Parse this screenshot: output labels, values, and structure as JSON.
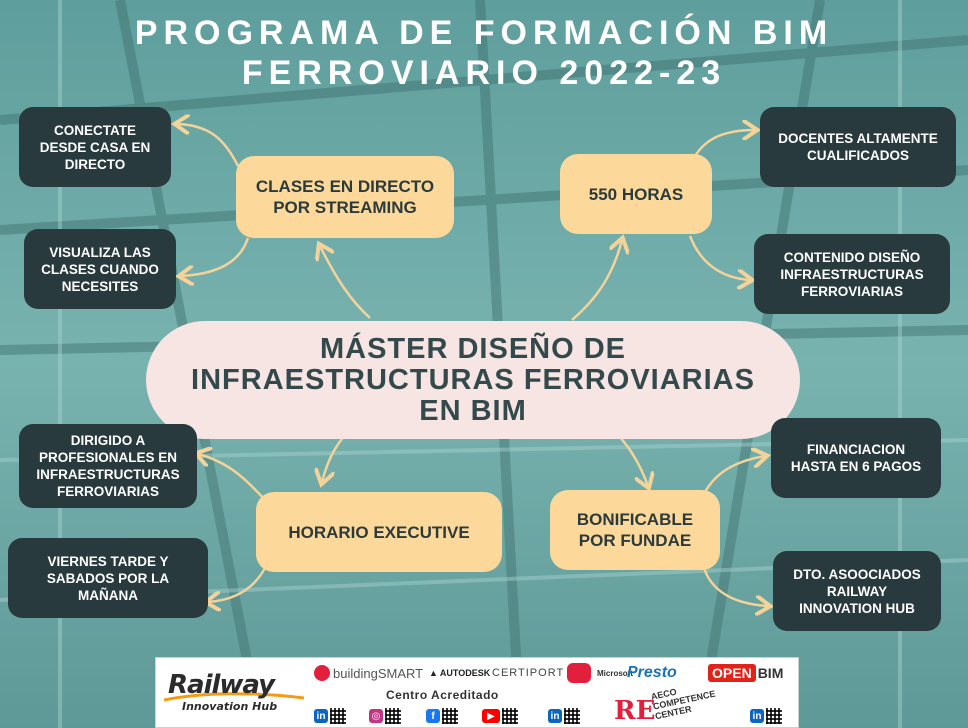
{
  "header": {
    "title_line1": "PROGRAMA DE FORMACIÓN BIM",
    "title_line2": "FERROVIARIO 2022-23"
  },
  "center": {
    "line1": "MÁSTER DISEÑO DE",
    "line2": "INFRAESTRUCTURAS FERROVIARIAS",
    "line3": "EN BIM"
  },
  "hubs": {
    "clases": {
      "line1": "CLASES EN DIRECTO",
      "line2": "POR STREAMING"
    },
    "horas": {
      "line1": "550 HORAS"
    },
    "horario": {
      "line1": "HORARIO EXECUTIVE"
    },
    "bonificable": {
      "line1": "BONIFICABLE",
      "line2": "POR FUNDAE"
    }
  },
  "leaves": {
    "conectate": [
      "CONECTATE",
      "DESDE CASA EN",
      "DIRECTO"
    ],
    "visualiza": [
      "VISUALIZA LAS",
      "CLASES CUANDO",
      "NECESITES"
    ],
    "docentes": [
      "DOCENTES ALTAMENTE",
      "CUALIFICADOS"
    ],
    "contenido": [
      "CONTENIDO DISEÑO",
      "INFRAESTRUCTURAS",
      "FERROVIARIAS"
    ],
    "dirigido": [
      "DIRIGIDO A",
      "PROFESIONALES EN",
      "INFRAESTRUCTURAS",
      "FERROVIARIAS"
    ],
    "viernes": [
      "VIERNES TARDE Y",
      "SABADOS POR LA",
      "MAÑANA"
    ],
    "financiacion": [
      "FINANCIACION",
      "HASTA EN 6 PAGOS"
    ],
    "dto": [
      "DTO. ASOOCIADOS",
      "RAILWAY",
      "INNOVATION HUB"
    ]
  },
  "footer": {
    "railway_logo": "Railway",
    "railway_sub": "Innovation Hub",
    "buildingsmart": "buildingSMART",
    "autodesk": "AUTODESK",
    "certiport": "CERTIPORT",
    "microsoft": "Microsoft",
    "presto": "Presto",
    "openbim_open": "OPEN",
    "openbim_bim": "BIM",
    "centro": "Centro Acreditado",
    "aeco_mark": "RE",
    "aeco_line1": "AECO",
    "aeco_line2": "COMPETENCE",
    "aeco_line3": "CENTER"
  },
  "colors": {
    "dark_box": "#283a3d",
    "cream_box": "#fcd99a",
    "center_pill": "#f6e5e2",
    "arrow": "#f3d39a",
    "background": "#6fa9a6"
  }
}
